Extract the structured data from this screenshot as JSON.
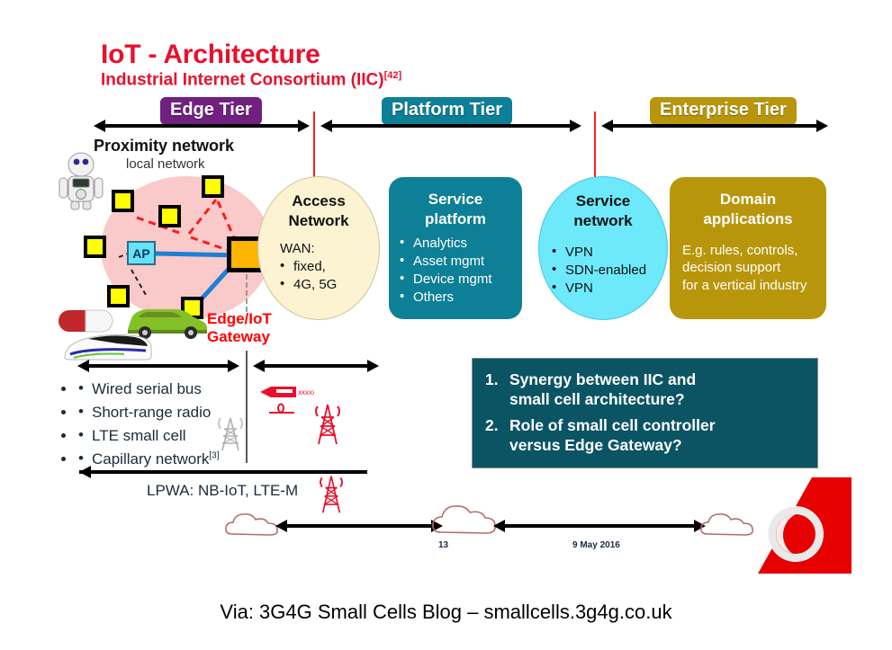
{
  "title": {
    "main": "IoT - Architecture",
    "sub": "Industrial Internet Consortium (IIC)",
    "sub_ref": "[42]"
  },
  "tiers": [
    {
      "label": "Edge Tier",
      "color": "#70207f"
    },
    {
      "label": "Platform Tier",
      "color": "#0d7f96"
    },
    {
      "label": "Enterprise Tier",
      "color": "#b8960c"
    }
  ],
  "proximity": {
    "title": "Proximity network",
    "subtitle": "local network",
    "ap_label": "AP",
    "gateway_label_line1": "Edge/IoT",
    "gateway_label_line2": "Gateway",
    "circle_color": "#fac9c9",
    "node_color": "#ffff00",
    "gateway_color": "#ffb400"
  },
  "blocks": {
    "access_network": {
      "heading_line1": "Access",
      "heading_line2": "Network",
      "intro": "WAN:",
      "items": [
        "fixed,",
        "4G, 5G"
      ],
      "color": "#fbf3d2"
    },
    "service_platform": {
      "heading_line1": "Service",
      "heading_line2": "platform",
      "items": [
        "Analytics",
        "Asset mgmt",
        "Device mgmt",
        "Others"
      ],
      "color": "#0d7f96"
    },
    "service_network": {
      "heading_line1": "Service",
      "heading_line2": "network",
      "items": [
        "VPN",
        "SDN-enabled",
        "VPN"
      ],
      "color": "#6ee9fb"
    },
    "domain_applications": {
      "heading_line1": "Domain",
      "heading_line2": "applications",
      "body_line1": "E.g. rules, controls,",
      "body_line2": "decision support",
      "body_line3": "for a vertical industry",
      "color": "#b8960c"
    }
  },
  "access_tech": {
    "items": [
      {
        "text": "Wired serial bus",
        "sup": ""
      },
      {
        "text": "Short-range radio",
        "sup": ""
      },
      {
        "text": "LTE small cell",
        "sup": ""
      },
      {
        "text": "Capillary network",
        "sup": "[3]"
      }
    ],
    "lpwa_label": "LPWA: NB-IoT, LTE-M"
  },
  "questions": {
    "items": [
      {
        "num": "1.",
        "line1": "Synergy between IIC and",
        "line2": "small cell architecture?"
      },
      {
        "num": "2.",
        "line1": "Role of small cell controller",
        "line2": "versus Edge Gateway?"
      }
    ],
    "background": "#0b5463"
  },
  "footer": {
    "slide_number": "13",
    "date": "9 May 2016",
    "caption": "Via: 3G4G Small Cells Blog – smallcells.3g4g.co.uk",
    "brand_color": "#e60000"
  }
}
